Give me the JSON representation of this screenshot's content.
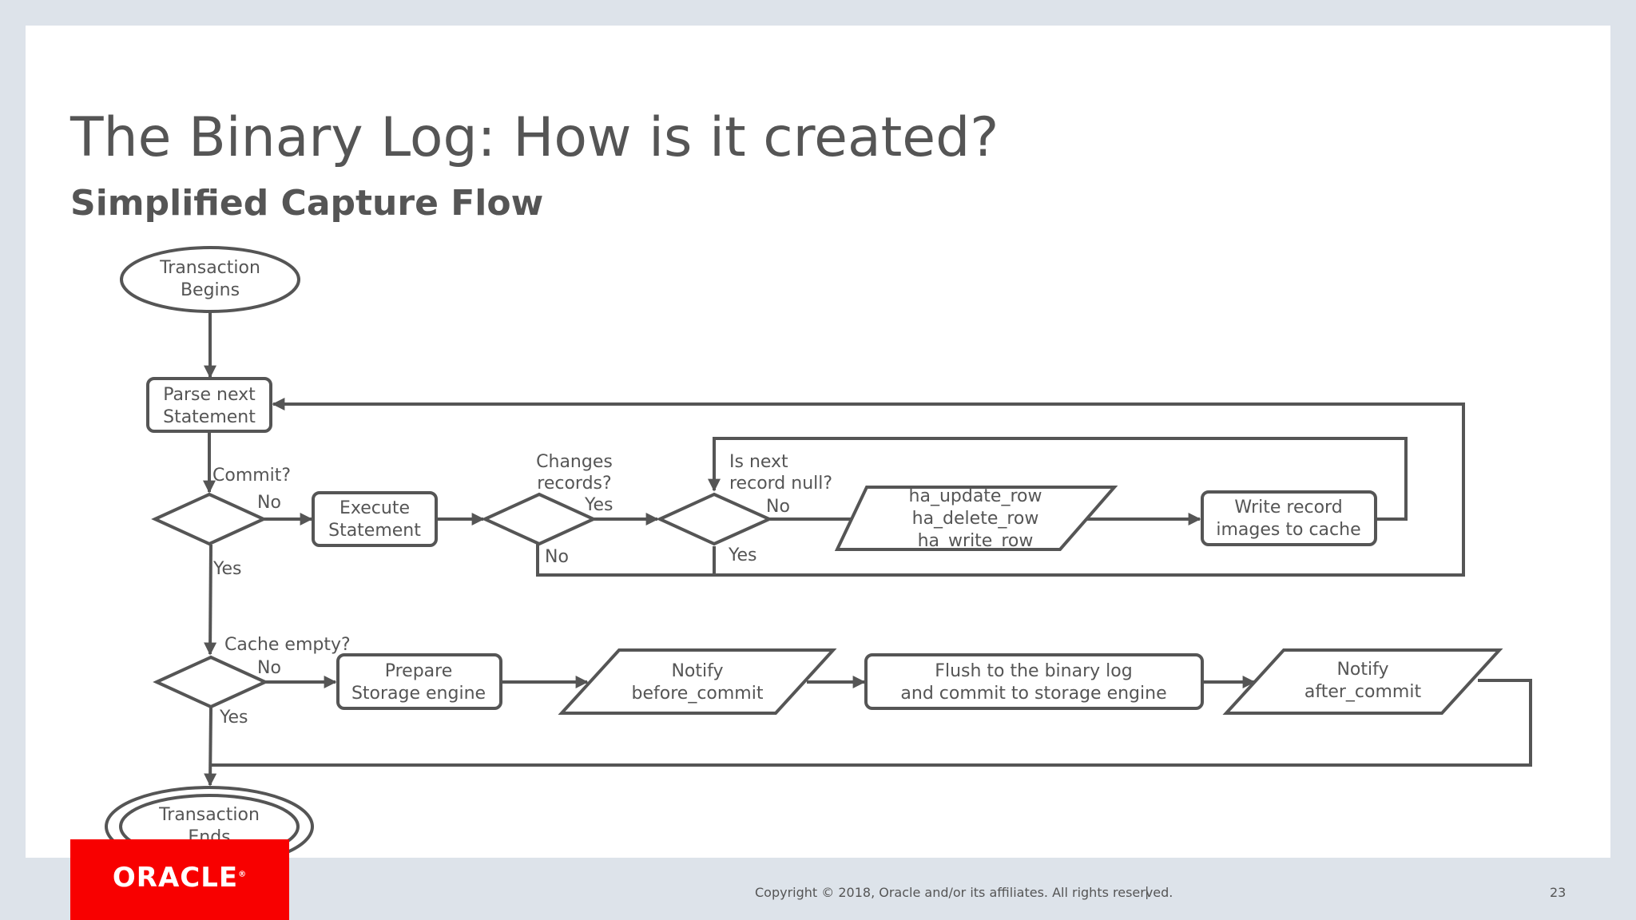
{
  "slide": {
    "title": "The Binary Log: How is it created?",
    "subtitle": "Simplified Capture Flow"
  },
  "diagram": {
    "start": [
      "Transaction",
      "Begins"
    ],
    "parse": [
      "Parse next",
      "Statement"
    ],
    "commit_label": "Commit?",
    "commit_no": "No",
    "commit_yes": "Yes",
    "execute": [
      "Execute",
      "Statement"
    ],
    "changes_label": [
      "Changes",
      "records?"
    ],
    "changes_yes": "Yes",
    "changes_no": "No",
    "null_label": [
      "Is next",
      "record null?"
    ],
    "null_no": "No",
    "null_yes": "Yes",
    "handlers": [
      "ha_update_row",
      "ha_delete_row",
      "ha_write_row"
    ],
    "write_cache": [
      "Write record",
      "images to cache"
    ],
    "cache_label": "Cache empty?",
    "cache_no": "No",
    "cache_yes": "Yes",
    "prepare": [
      "Prepare",
      "Storage engine"
    ],
    "notify_before": [
      "Notify",
      "before_commit"
    ],
    "flush": [
      "Flush to the binary log",
      "and commit to storage engine"
    ],
    "notify_after": [
      "Notify",
      "after_commit"
    ],
    "end": [
      "Transaction",
      "Ends"
    ]
  },
  "footer": {
    "logo": "ORACLE",
    "logo_mark": "®",
    "copyright": "Copyright © 2018, Oracle and/or its affiliates. All rights reserved.",
    "separator": "|",
    "page_number": "23"
  }
}
